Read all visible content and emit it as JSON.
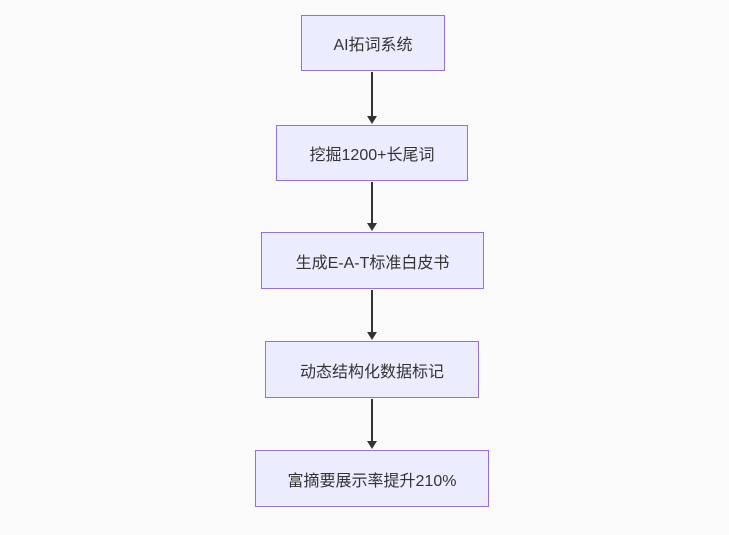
{
  "diagram": {
    "type": "flowchart",
    "direction": "top-down",
    "nodes": [
      {
        "id": "A",
        "label": "AI拓词系统"
      },
      {
        "id": "B",
        "label": "挖掘1200+长尾词"
      },
      {
        "id": "C",
        "label": "生成E-A-T标准白皮书"
      },
      {
        "id": "D",
        "label": "动态结构化数据标记"
      },
      {
        "id": "E",
        "label": "富摘要展示率提升210%"
      }
    ],
    "edges": [
      {
        "from": "A",
        "to": "B"
      },
      {
        "from": "B",
        "to": "C"
      },
      {
        "from": "C",
        "to": "D"
      },
      {
        "from": "D",
        "to": "E"
      }
    ],
    "colors": {
      "background": "#fafafa",
      "node_fill": "#ececff",
      "node_border": "#9370db",
      "arrow": "#333333",
      "text": "#333333"
    }
  }
}
